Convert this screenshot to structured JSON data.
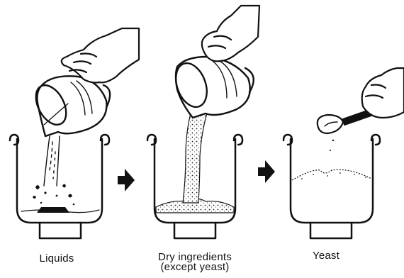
{
  "steps": [
    {
      "label": "Liquids"
    },
    {
      "label": "Dry ingredients",
      "sublabel": "(except yeast)"
    },
    {
      "label": "Yeast"
    }
  ],
  "icons": [
    "hand-icon",
    "pitcher-icon",
    "bread-pan-icon",
    "arrow-right-icon",
    "measuring-spoon-icon"
  ],
  "colors": {
    "ink": "#111111",
    "paper": "#ffffff"
  }
}
